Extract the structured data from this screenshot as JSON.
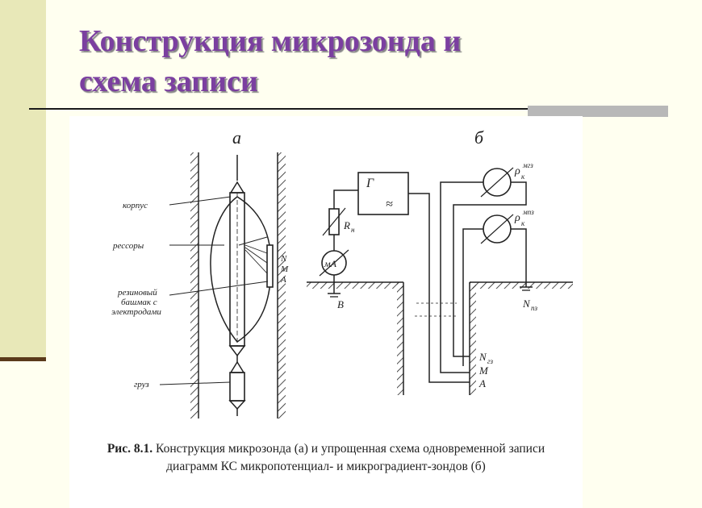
{
  "slide": {
    "title_line1": "Конструкция микрозонда и",
    "title_line2": "схема записи"
  },
  "figure": {
    "panel_a_label": "а",
    "panel_b_label": "б",
    "labels_a": {
      "body": "корпус",
      "springs": "рессоры",
      "pad_line1": "резиновый",
      "pad_line2": "башмак с",
      "pad_line3": "электродами",
      "weight": "груз",
      "electrode_n": "N",
      "electrode_m": "M",
      "electrode_a": "A"
    },
    "labels_b": {
      "generator": "Г",
      "generator_symbol": "≈",
      "resistor": "R",
      "resistor_sub": "н",
      "ammeter": "мА",
      "ground": "В",
      "rho": "ρ",
      "rho_sub": "к",
      "rho_sup1": "мгз",
      "rho_sup2": "мпз",
      "n_surface": "N",
      "n_surface_sub": "пз",
      "n_down": "N",
      "n_down_sub": "гз",
      "m_down": "M",
      "a_down": "A"
    },
    "caption_lead": "Рис. 8.1.",
    "caption_rest": " Конструкция микрозонда (а) и упрощенная схема одновременной записи",
    "caption_line2": "диаграмм КС микропотенциал- и микроградиент-зондов (б)"
  }
}
